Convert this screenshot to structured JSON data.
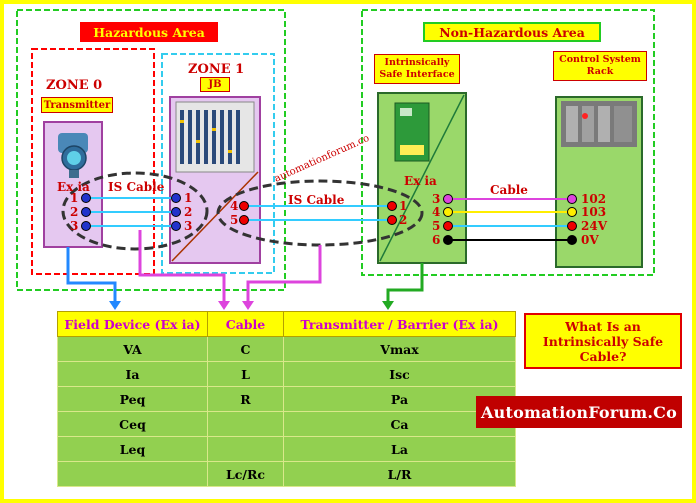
{
  "colors": {
    "zone_border": "#ff0000",
    "area_border": "#22cc22",
    "jb_border": "#33ccee",
    "device_fill": "#e5c8f0",
    "cable_cyan": "#33ccff",
    "cable_magenta": "#dd44dd",
    "table_header": "#ffff00",
    "table_body": "#92d050",
    "brand_bg": "#c00000"
  },
  "areas": {
    "hazardous": "Hazardous Area",
    "non_hazardous": "Non-Hazardous Area"
  },
  "zones": {
    "zone0": "ZONE 0",
    "zone1": "ZONE 1"
  },
  "devices": {
    "transmitter": "Transmitter",
    "jb": "JB",
    "isi_line1": "Intrinsically",
    "isi_line2": "Safe Interface",
    "rack_line1": "Control System",
    "rack_line2": "Rack"
  },
  "labels": {
    "exia_left": "Ex ia",
    "exia_right": "Ex ia",
    "is_cable_1": "IS Cable",
    "is_cable_2": "IS Cable",
    "cable": "Cable",
    "watermark": "automationforum.co"
  },
  "terminals": {
    "transmitter": [
      "1",
      "2",
      "3"
    ],
    "jb_in": [
      "1",
      "2",
      "3"
    ],
    "jb_out": [
      "4",
      "5"
    ],
    "barrier_in": [
      "1",
      "2"
    ],
    "barrier_out": [
      "3",
      "4",
      "5",
      "6"
    ],
    "rack": [
      "102",
      "103",
      "24V",
      "0V"
    ]
  },
  "table": {
    "headers": [
      "Field Device (Ex ia)",
      "Cable",
      "Transmitter / Barrier (Ex ia)"
    ],
    "rows": [
      [
        "VA",
        "C",
        "Vmax"
      ],
      [
        "Ia",
        "L",
        "Isc"
      ],
      [
        "Peq",
        "R",
        "Pa"
      ],
      [
        "Ceq",
        "",
        "Ca"
      ],
      [
        "Leq",
        "",
        "La"
      ],
      [
        "",
        "Lc/Rc",
        "L/R"
      ]
    ]
  },
  "question_line1": "What Is an",
  "question_line2": "Intrinsically Safe",
  "question_line3": "Cable?",
  "brand": "AutomationForum.Co"
}
